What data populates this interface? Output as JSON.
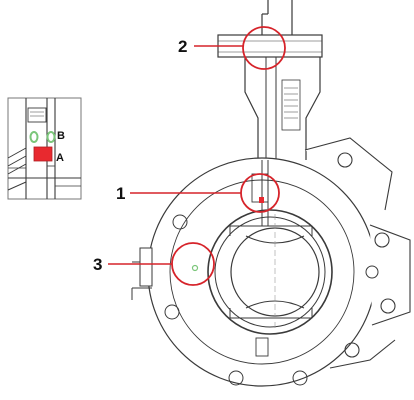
{
  "callouts": [
    {
      "id": "1",
      "label": "1"
    },
    {
      "id": "2",
      "label": "2"
    },
    {
      "id": "3",
      "label": "3"
    }
  ],
  "inset": {
    "marker_b": "B",
    "marker_a": "A"
  },
  "colors": {
    "callout": "#d6232a",
    "marker_a": "#e8292f",
    "marker_b": "#7bc67a",
    "line": "#3a3a3a",
    "hatch": "#9a9a9a"
  }
}
